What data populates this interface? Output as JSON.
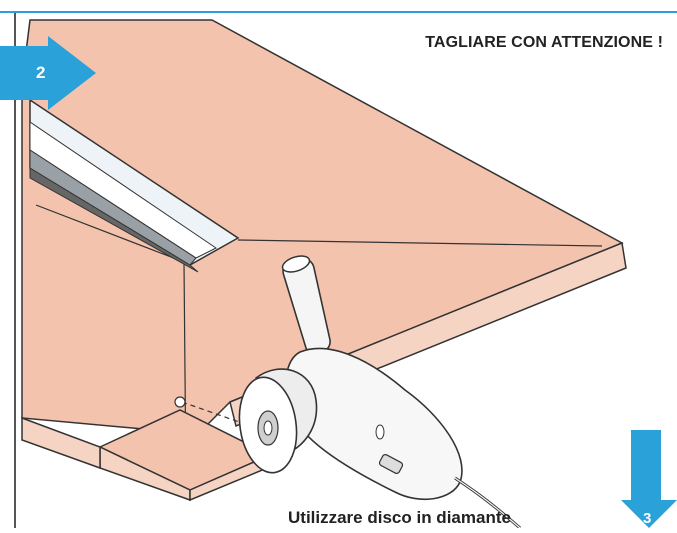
{
  "header": {
    "warning": "TAGLIARE CON ATTENZIONE !"
  },
  "step": {
    "current": "2",
    "next": "3"
  },
  "caption": {
    "text": "Utilizzare disco in diamante"
  },
  "colors": {
    "accent": "#2aa1d8",
    "panel_fill": "#f3c3ae",
    "line": "#333333"
  },
  "icons": {
    "tool": "angle-grinder-icon",
    "next": "arrow-down-icon",
    "current": "arrow-right-icon"
  }
}
